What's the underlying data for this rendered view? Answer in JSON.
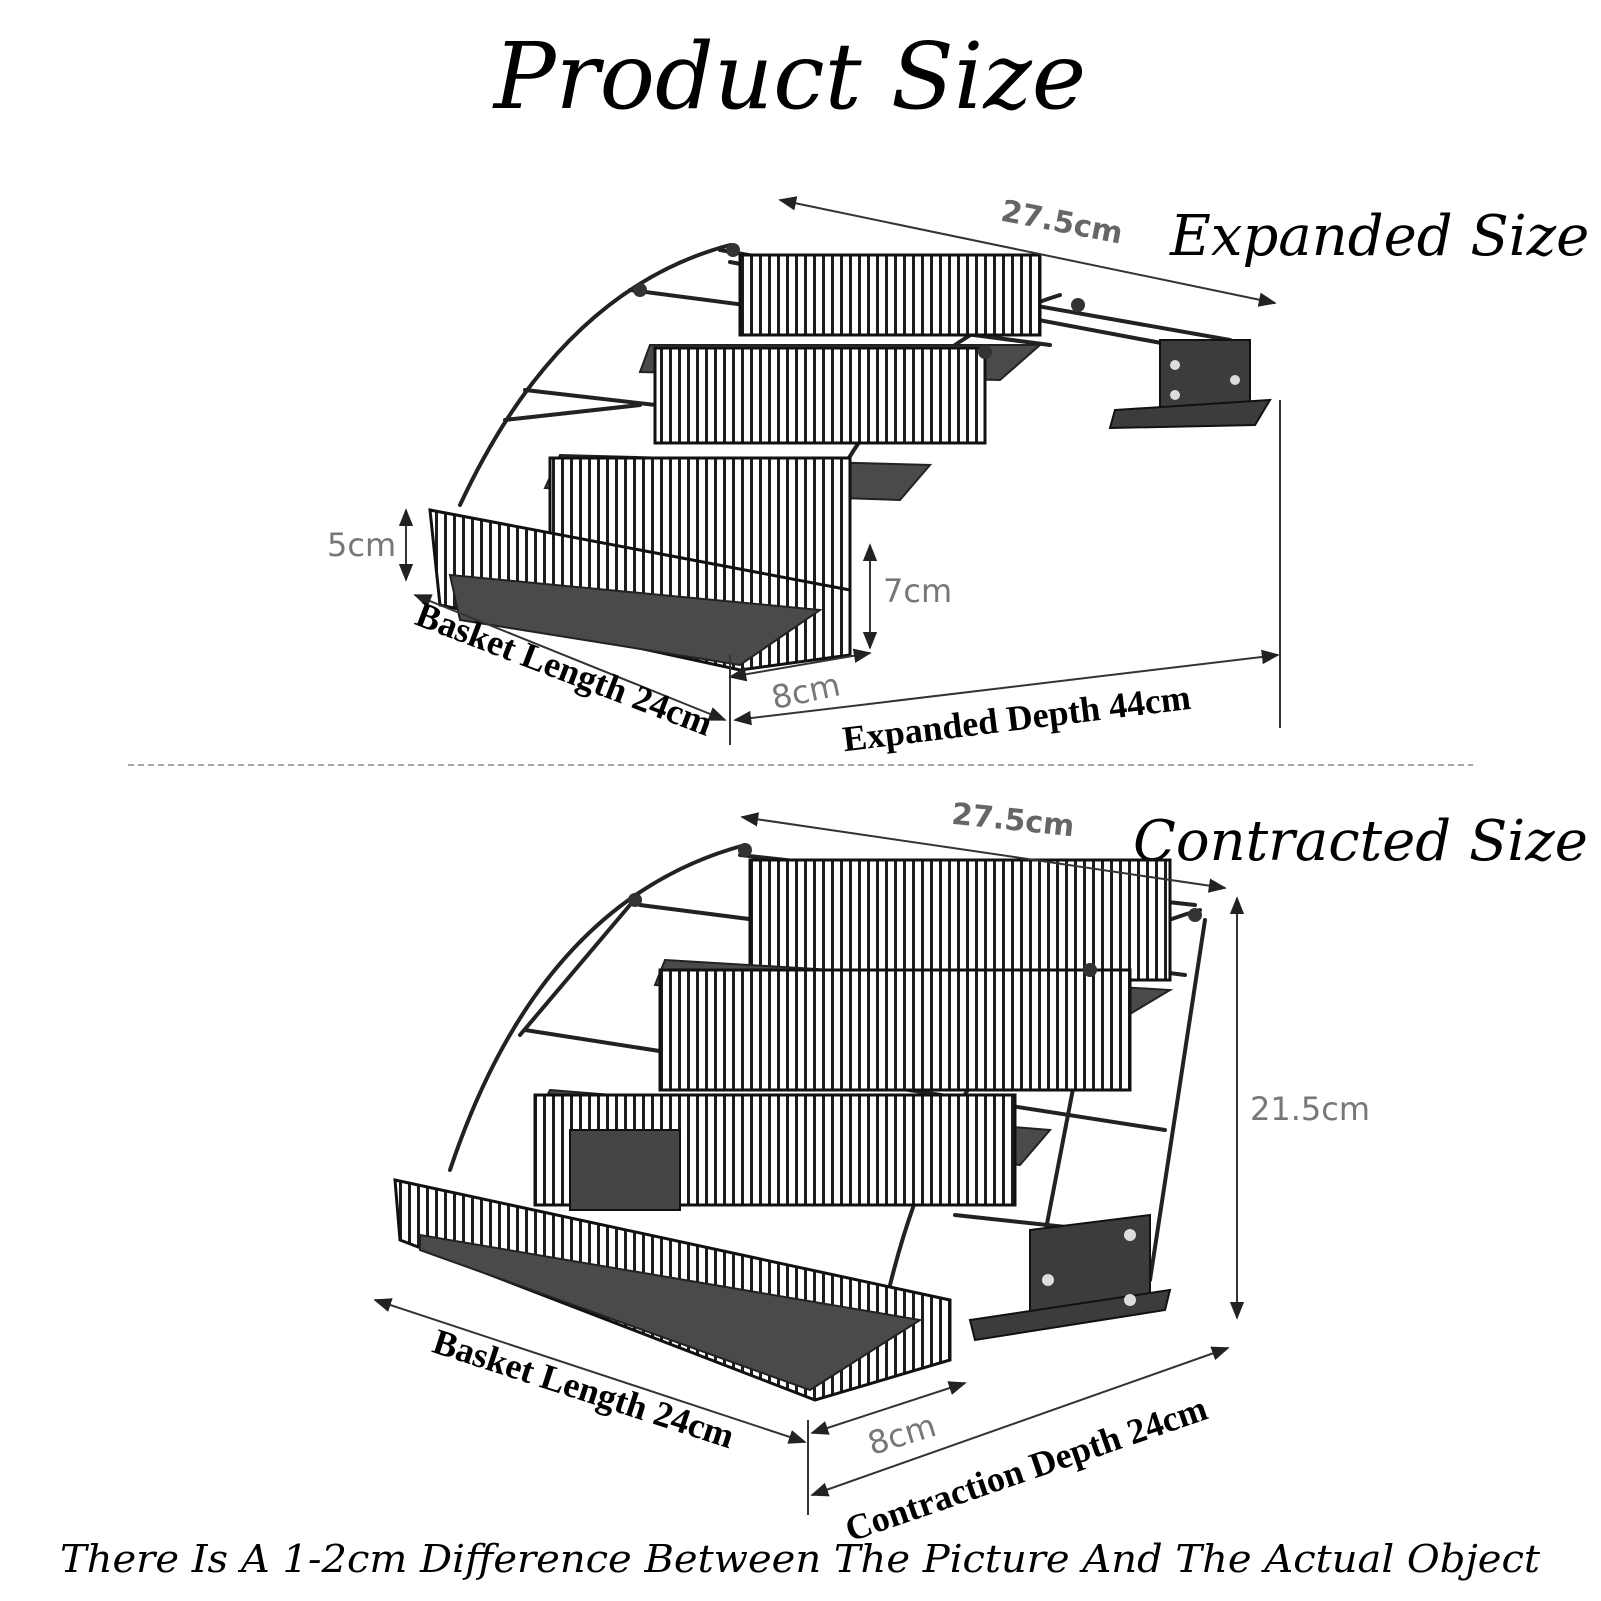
{
  "title": "Product Size",
  "expanded": {
    "heading": "Expanded Size",
    "width": "27.5cm",
    "basket_height": "5cm",
    "step_height": "7cm",
    "step_depth": "8cm",
    "basket_length": "Basket Length 24cm",
    "depth": "Expanded Depth 44cm"
  },
  "contracted": {
    "heading": "Contracted Size",
    "width": "27.5cm",
    "height": "21.5cm",
    "step_depth": "8cm",
    "basket_length": "Basket Length 24cm",
    "depth": "Contraction Depth 24cm"
  },
  "note": "There Is A 1-2cm Difference Between The Picture And The Actual Object",
  "icons": [
    "spice-rack-expanded-illustration",
    "spice-rack-contracted-illustration"
  ]
}
